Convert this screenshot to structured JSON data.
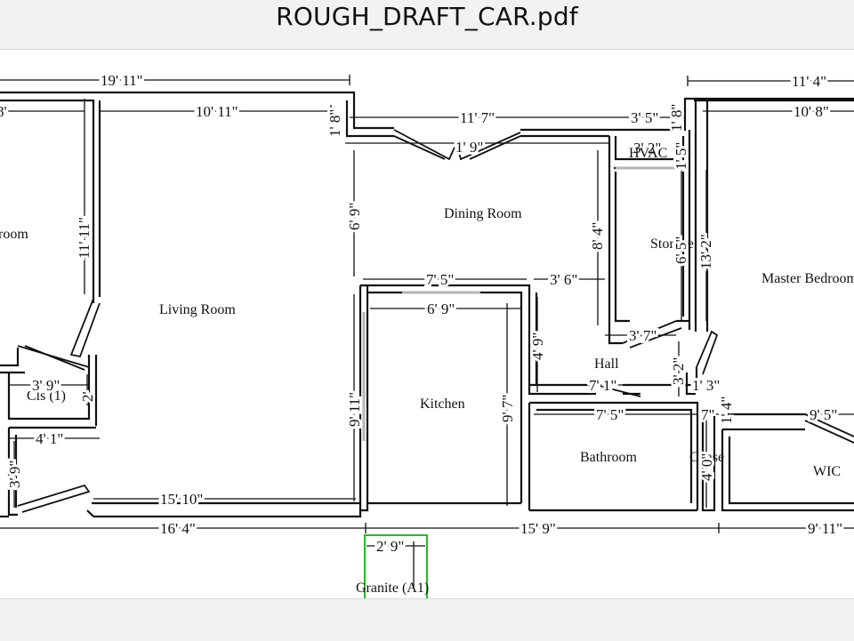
{
  "window": {
    "title": "ROUGH_DRAFT_CAR.pdf"
  },
  "rooms": {
    "room_partial": "room",
    "living_room": "Living Room",
    "dining_room": "Dining Room",
    "storage": "Storage",
    "hvac": "HVAC",
    "master_bedroom": "Master Bedroom",
    "kitchen": "Kitchen",
    "hall": "Hall",
    "bathroom": "Bathroom",
    "chase": "Chase",
    "wic": "WIC",
    "closet": "Cls (1)",
    "granite": "Granite (A1)"
  },
  "dimensions": {
    "d_19_11": "19' 11\"",
    "d_8": "8'",
    "d_10_11": "10' 11\"",
    "d_1_8_a": "1' 8\"",
    "d_11_7": "11' 7\"",
    "d_3_5": "3' 5\"",
    "d_1_8_b": "1' 8\"",
    "d_11_4": "11' 4\"",
    "d_10_8": "10' 8\"",
    "d_1_9": "1' 9\"",
    "d_3_2_a": "3' 2\"",
    "d_1_5": "1' 5\"",
    "d_11_11": "11' 11\"",
    "d_6_9_v": "6' 9\"",
    "d_8_4": "8' 4\"",
    "d_6_5": "6' 5\"",
    "d_13_2": "13' 2\"",
    "d_7_5_a": "7' 5\"",
    "d_3_6": "3' 6\"",
    "d_6_9_h": "6' 9\"",
    "d_3_7": "3' 7\"",
    "d_4_9": "4' 9\"",
    "d_3_2_b": "3' 2\"",
    "d_3_9_a": "3' 9\"",
    "d_2": "2'",
    "d_7_1": "7' 1\"",
    "d_1_3": "1' 3\"",
    "d_9_11_v": "9' 11\"",
    "d_9_7": "9' 7\"",
    "d_4_1": "4' 1\"",
    "d_7_5_b": "7' 5\"",
    "d_7": "7\"",
    "d_1_4": "1' 4\"",
    "d_9_5": "9' 5\"",
    "d_3_9_b": "3' 9\"",
    "d_4_0": "4' 0\"",
    "d_15_10": "15' 10\"",
    "d_16_4": "16' 4\"",
    "d_15_9": "15' 9\"",
    "d_9_11_h": "9' 11\"",
    "d_2_9": "2' 9\""
  },
  "colors": {
    "selection": "#22bb22",
    "wall": "#111111",
    "window": "#b5b5b5"
  }
}
